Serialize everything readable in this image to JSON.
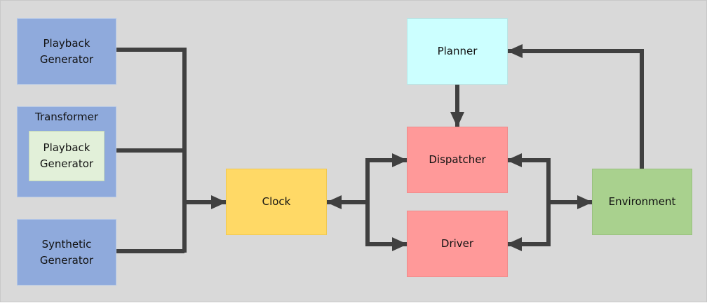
{
  "nodes": {
    "playback_generator": {
      "line1": "Playback",
      "line2": "Generator"
    },
    "transformer": {
      "title": "Transformer",
      "inner": {
        "line1": "Playback",
        "line2": "Generator"
      }
    },
    "synthetic_generator": {
      "line1": "Synthetic",
      "line2": "Generator"
    },
    "clock": {
      "label": "Clock"
    },
    "planner": {
      "label": "Planner"
    },
    "dispatcher": {
      "label": "Dispatcher"
    },
    "driver": {
      "label": "Driver"
    },
    "environment": {
      "label": "Environment"
    }
  },
  "colors": {
    "background": "#d9d9d9",
    "connector": "#404040",
    "generator_blue": "#8faadc",
    "transformer_inner": "#e2f0d9",
    "planner_cyan": "#ccffff",
    "clock_yellow": "#ffd966",
    "dispatch_red": "#ff9999",
    "environment_green": "#a9d18e"
  },
  "edges": [
    {
      "from": "playback_generator",
      "to": "clock"
    },
    {
      "from": "transformer",
      "to": "clock"
    },
    {
      "from": "synthetic_generator",
      "to": "clock"
    },
    {
      "from": "dispatcher",
      "to": "clock"
    },
    {
      "from": "driver",
      "to": "clock"
    },
    {
      "from": "clock",
      "to": "dispatcher"
    },
    {
      "from": "clock",
      "to": "driver"
    },
    {
      "from": "planner",
      "to": "dispatcher"
    },
    {
      "from": "environment",
      "to": "dispatcher"
    },
    {
      "from": "environment",
      "to": "driver"
    },
    {
      "from": "dispatcher",
      "to": "environment"
    },
    {
      "from": "driver",
      "to": "environment"
    },
    {
      "from": "environment",
      "to": "planner"
    }
  ]
}
